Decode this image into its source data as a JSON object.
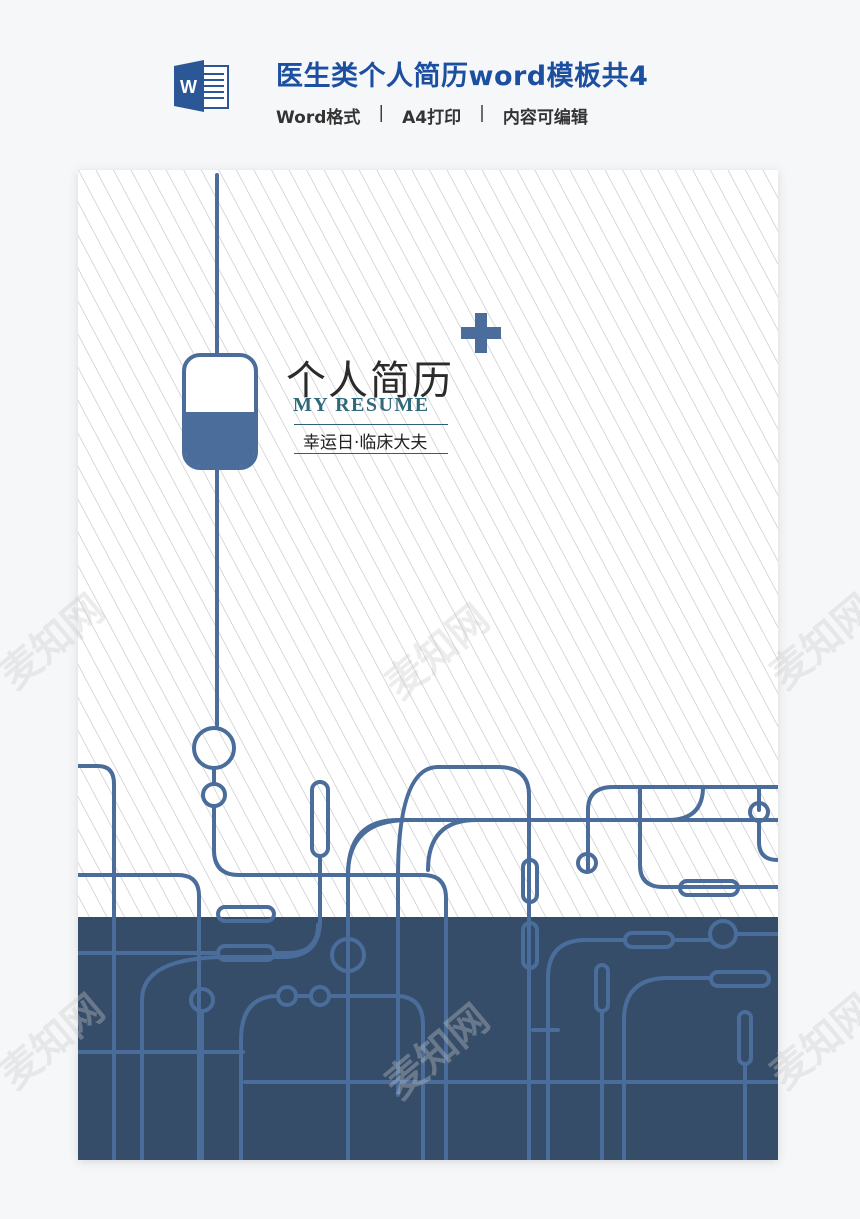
{
  "header": {
    "icon": "word-doc-icon",
    "icon_letter": "W",
    "title": "医生类个人简历word模板共4",
    "subtitle": {
      "items": [
        "Word格式",
        "A4打印",
        "内容可编辑"
      ],
      "separator": "|"
    }
  },
  "cover": {
    "zh_title": "个人简历",
    "en_title": "MY RESUME",
    "subtitle": "幸运日·临床大夫",
    "icons": [
      "medical-cross-icon",
      "iv-drip-bag-icon"
    ],
    "colors": {
      "pipe_blue": "#4a6d9c",
      "dark_navy": "#364d69",
      "stripe_gray": "#c4c4c4",
      "title_blue": "#1c4fa0"
    }
  },
  "watermark": {
    "text": "麦知网"
  }
}
